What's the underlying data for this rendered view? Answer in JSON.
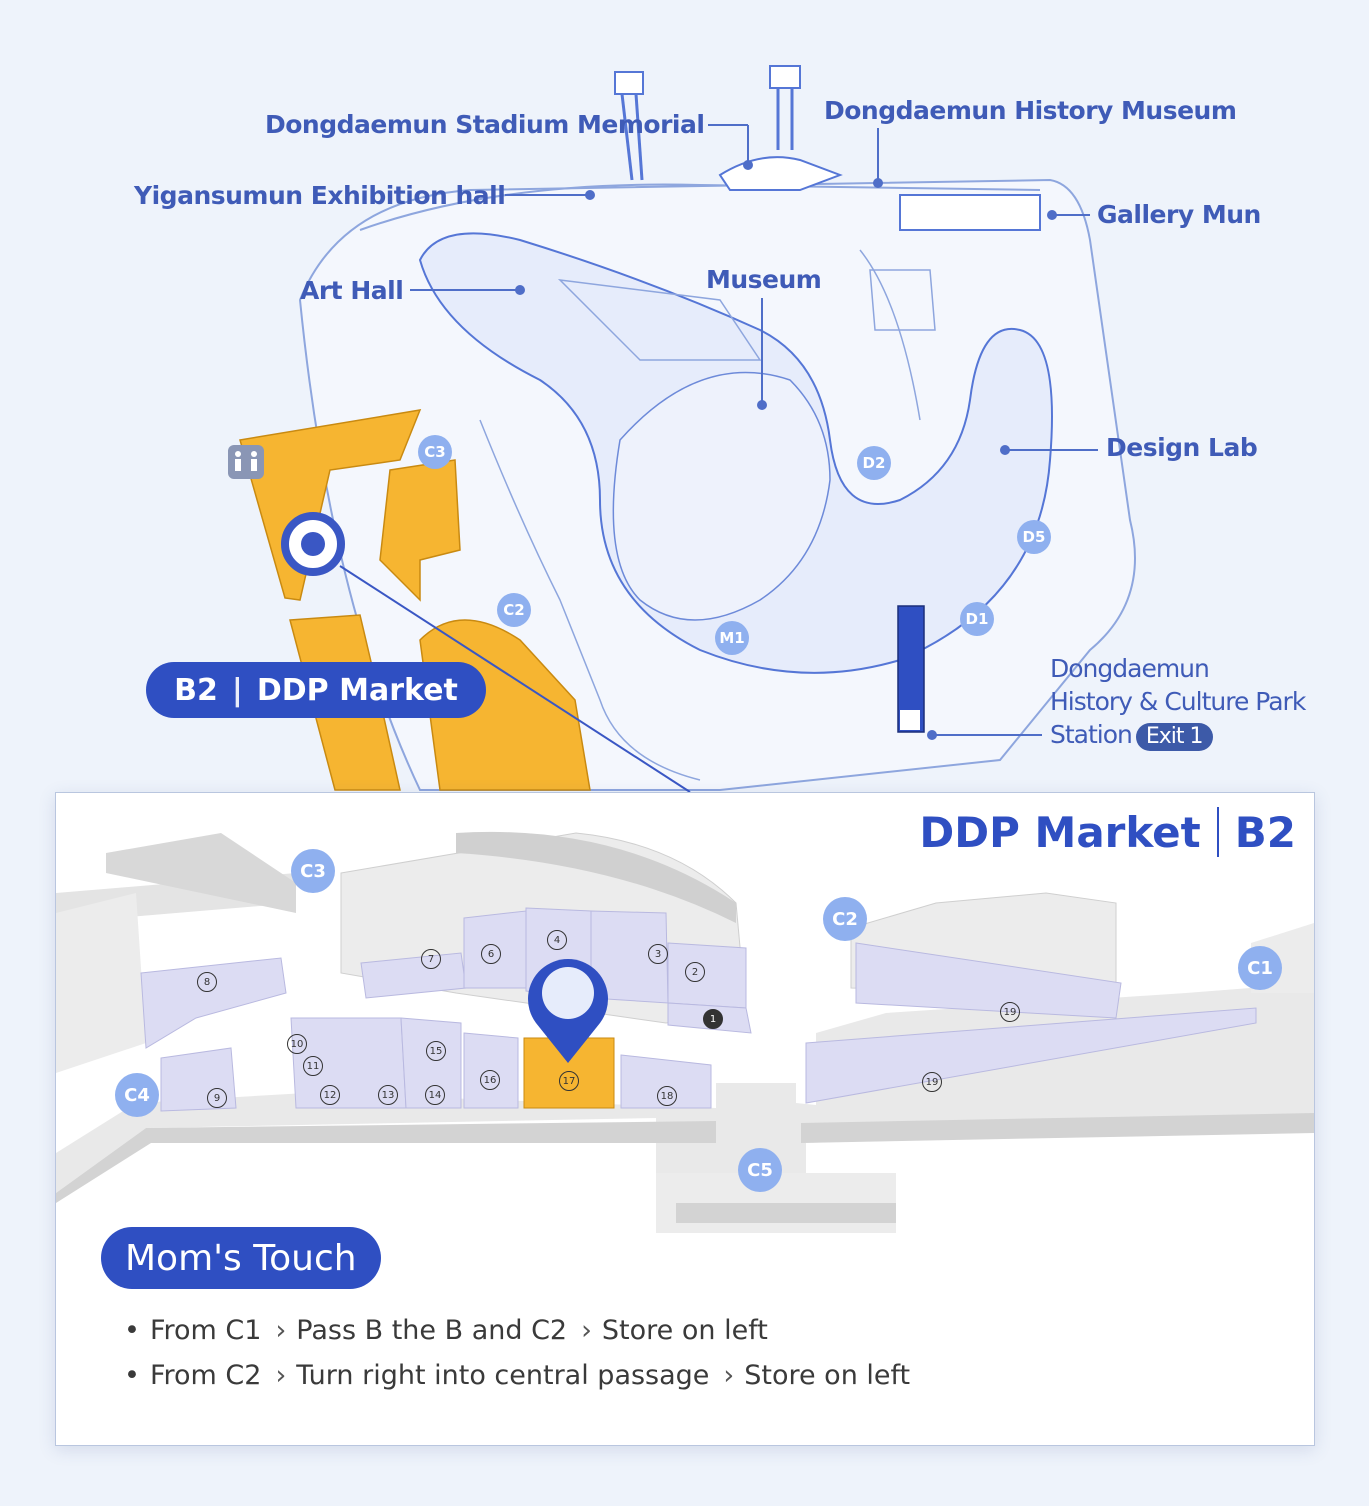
{
  "overview": {
    "labels": {
      "stadium_memorial": "Dongdaemun Stadium Memorial",
      "history_museum": "Dongdaemun History Museum",
      "yigansumun": "Yigansumun Exhibition hall",
      "gallery_mun": "Gallery Mun",
      "art_hall": "Art Hall",
      "museum": "Museum",
      "design_lab": "Design Lab"
    },
    "badges": {
      "c3": "C3",
      "c2": "C2",
      "d2": "D2",
      "d5": "D5",
      "d1": "D1",
      "m1": "M1"
    },
    "floor_pill": {
      "floor": "B2",
      "separator": "|",
      "name": "DDP Market"
    },
    "station": {
      "line1": "Dongdaemun",
      "line2": "History & Culture Park",
      "line3": "Station",
      "exit": "Exit 1"
    }
  },
  "market": {
    "title": "DDP Market",
    "floor": "B2",
    "gates": {
      "c1": "C1",
      "c2": "C2",
      "c3": "C3",
      "c4": "C4",
      "c5": "C5"
    },
    "stores": [
      "1",
      "2",
      "3",
      "4",
      "6",
      "7",
      "8",
      "9",
      "10",
      "11",
      "12",
      "13",
      "14",
      "15",
      "16",
      "17",
      "18",
      "19"
    ],
    "store_name": "Mom's Touch",
    "directions": [
      {
        "from": "From C1",
        "step": "Pass B the B and C2",
        "result": "Store on left"
      },
      {
        "from": "From C2",
        "step": "Turn right into central passage",
        "result": "Store on left"
      }
    ]
  },
  "colors": {
    "accent": "#2f4fc2",
    "highlight": "#f6b531",
    "store_fill": "#dcdcf3",
    "badge": "#8fb0ef"
  }
}
